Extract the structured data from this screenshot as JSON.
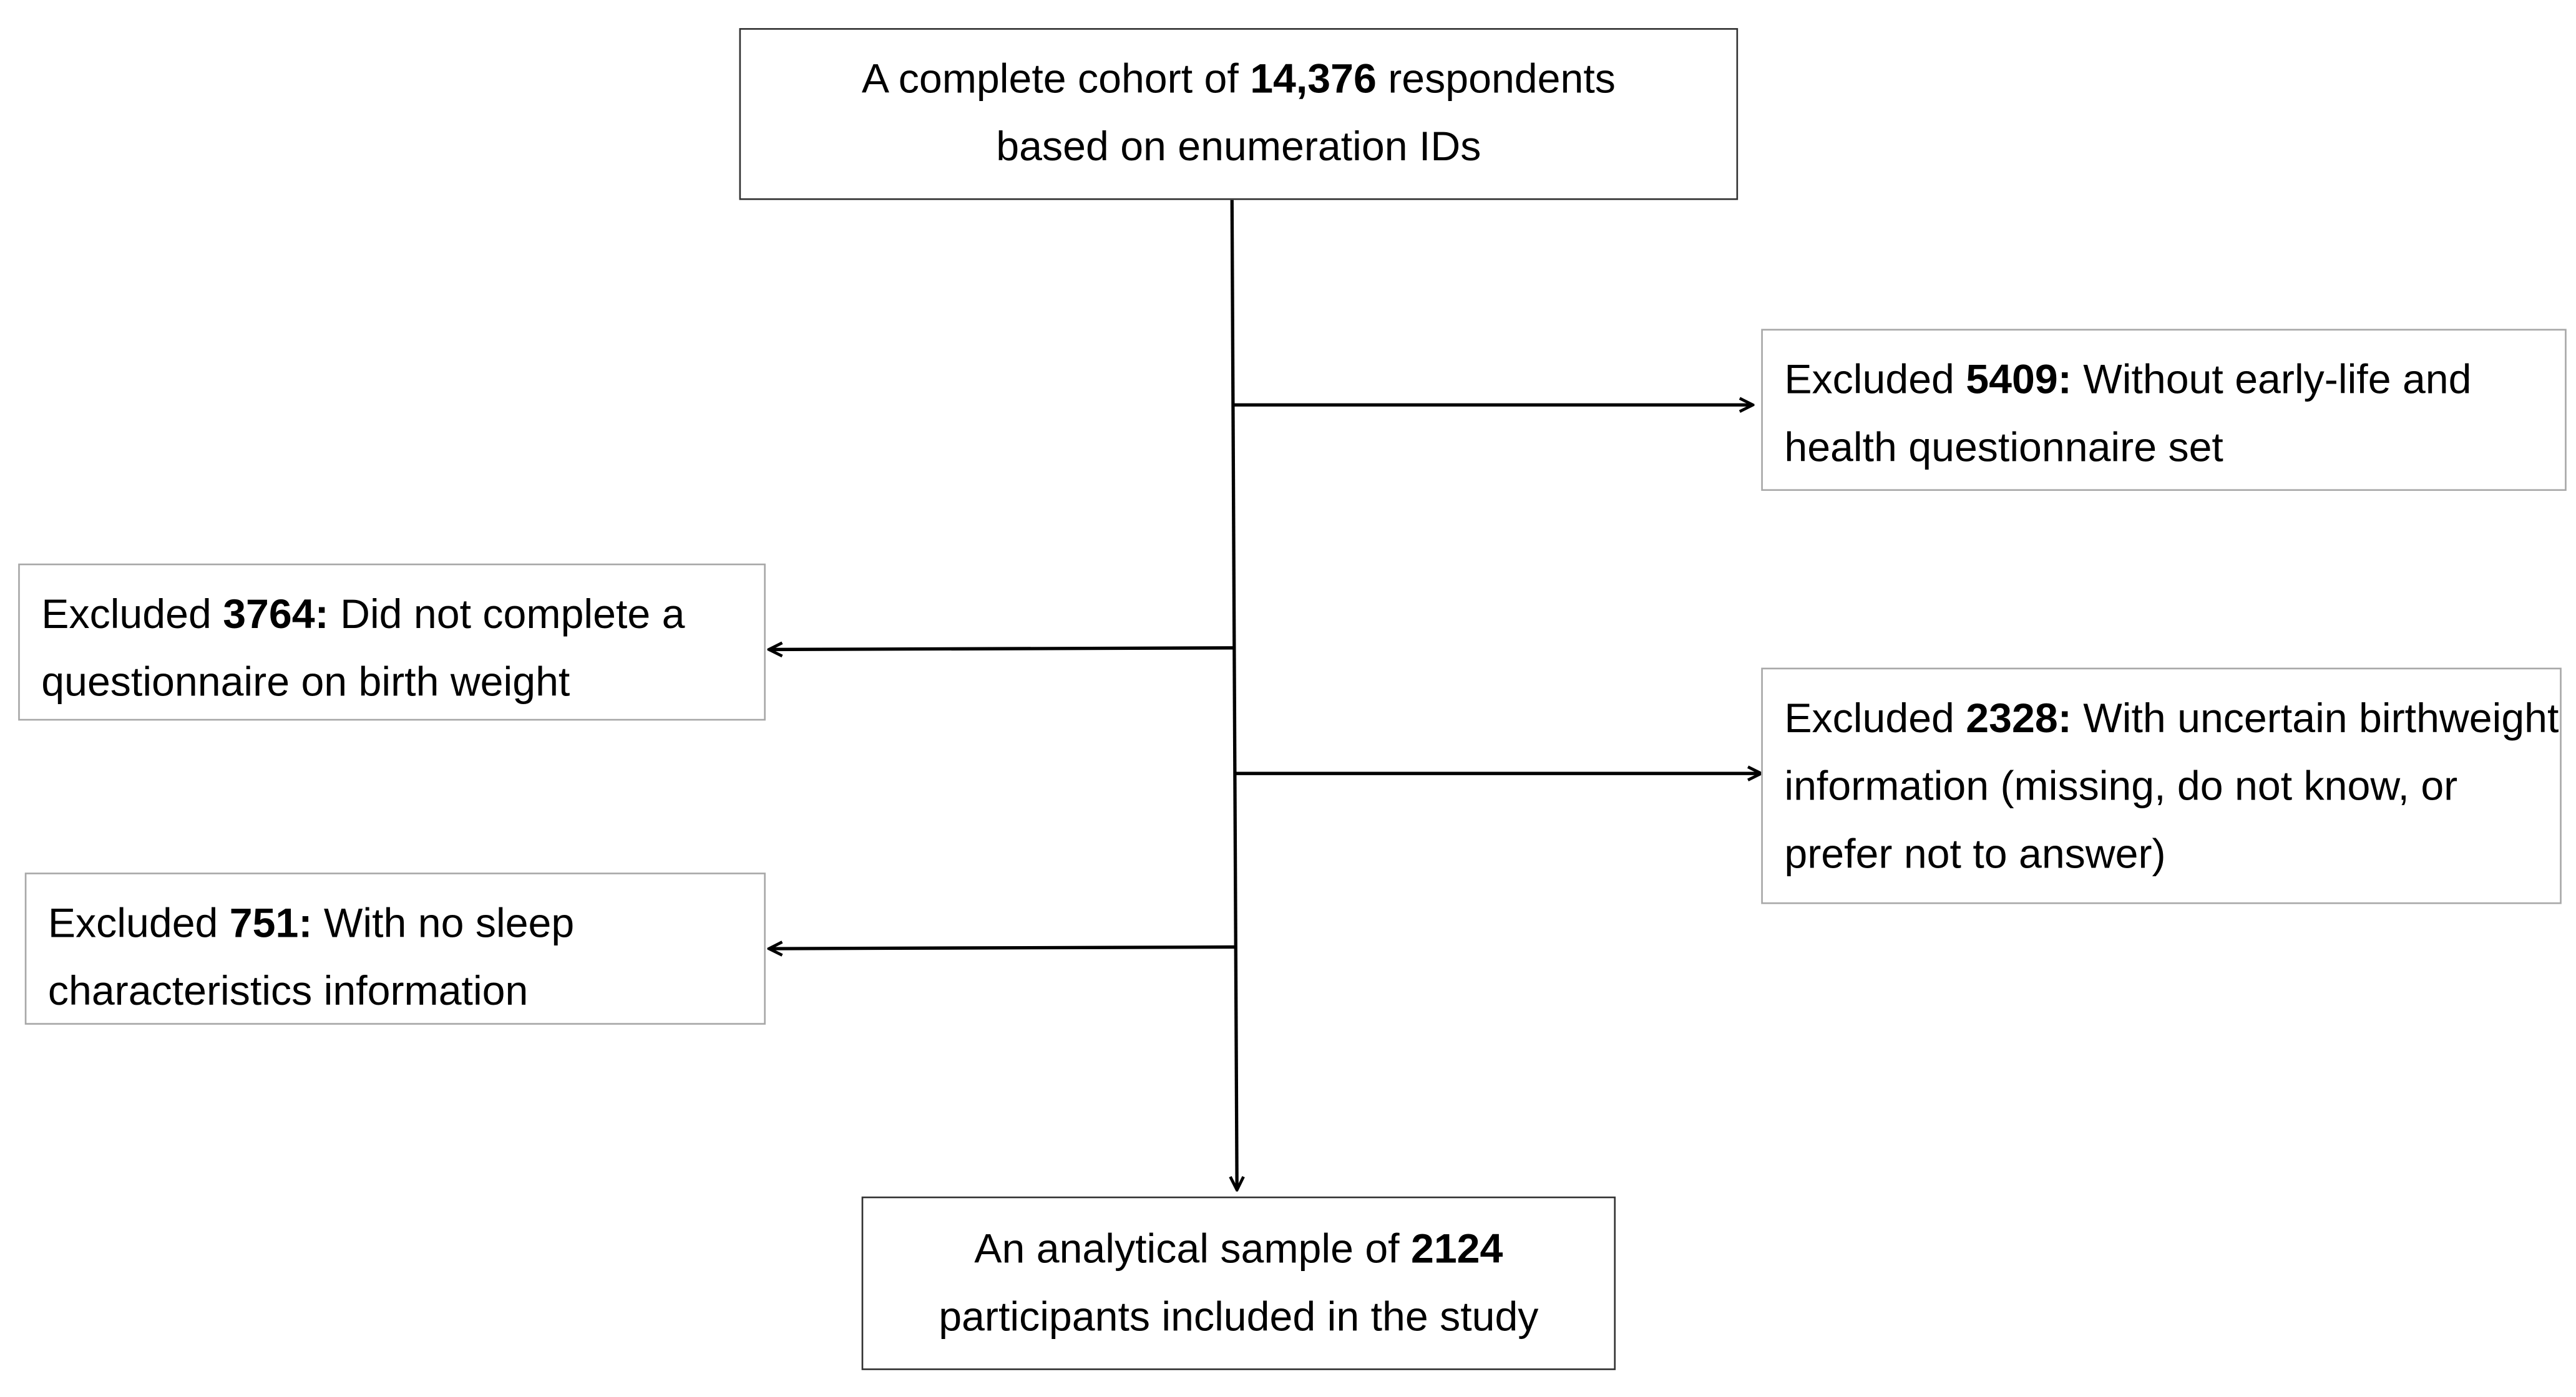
{
  "cohort": {
    "prefix": "A complete cohort of ",
    "count": "14,376",
    "suffix": " respondents based on enumeration IDs"
  },
  "exclusions": [
    {
      "prefix": "Excluded ",
      "count": "5409:",
      "suffix": " Without early-life and health questionnaire set"
    },
    {
      "prefix": "Excluded ",
      "count": "3764:",
      "suffix": " Did not complete a questionnaire on birth weight"
    },
    {
      "prefix": "Excluded ",
      "count": "2328:",
      "suffix": " With uncertain birthweight information (missing, do not know, or prefer not to answer)"
    },
    {
      "prefix": "Excluded ",
      "count": "751:",
      "suffix": " With no sleep characteristics information"
    }
  ],
  "sample": {
    "prefix": "An analytical sample of ",
    "count": "2124",
    "suffix": " participants included in the study"
  },
  "colors": {
    "line": "#000000",
    "box_border_dark": "#333333",
    "box_border_light": "#a8a8a8",
    "text": "#000000"
  }
}
